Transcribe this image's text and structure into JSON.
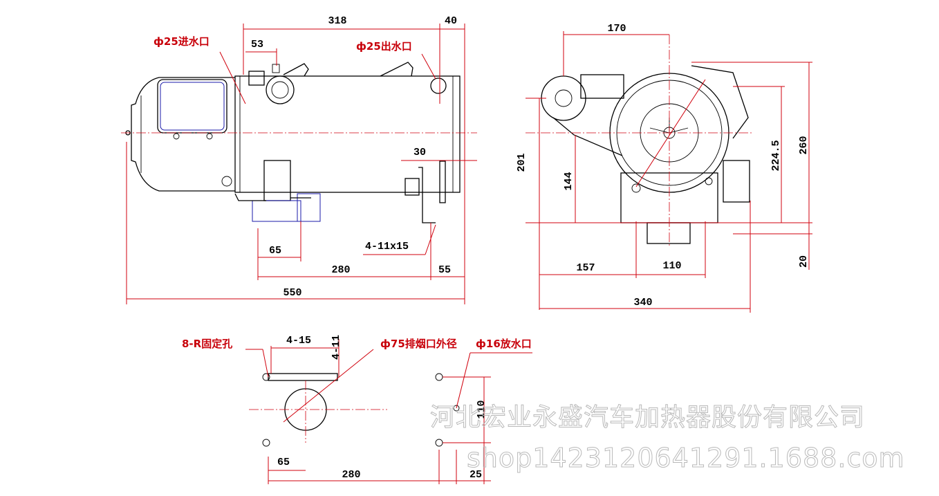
{
  "labels": {
    "inlet": "ф25进水口",
    "outlet": "ф25出水口",
    "mount_slot": "4-11x15",
    "fix_holes": "8-R固定孔",
    "exhaust": "ф75排烟口外径",
    "drain": "ф16放水口",
    "hole_a": "4-15",
    "hole_b": "4-11"
  },
  "dims_side": {
    "d318": "318",
    "d40": "40",
    "d53": "53",
    "d30": "30",
    "d65": "65",
    "d280": "280",
    "d55": "55",
    "d550": "550"
  },
  "dims_end": {
    "d170": "170",
    "d201": "201",
    "d144": "144",
    "d224_5": "224.5",
    "d260": "260",
    "d20": "20",
    "d157": "157",
    "d110": "110",
    "d340": "340"
  },
  "dims_base": {
    "d110": "110",
    "d65": "65",
    "d280": "280",
    "d25": "25"
  },
  "watermark": {
    "company": "河北宏业永盛汽车加热器股份有限公司",
    "shop": "shop1423120641291.1688.com"
  },
  "colors": {
    "dimension": "#d0000c",
    "outline": "#000000",
    "mounting": "#1a1aa8",
    "watermark": "#b9b9b9"
  }
}
